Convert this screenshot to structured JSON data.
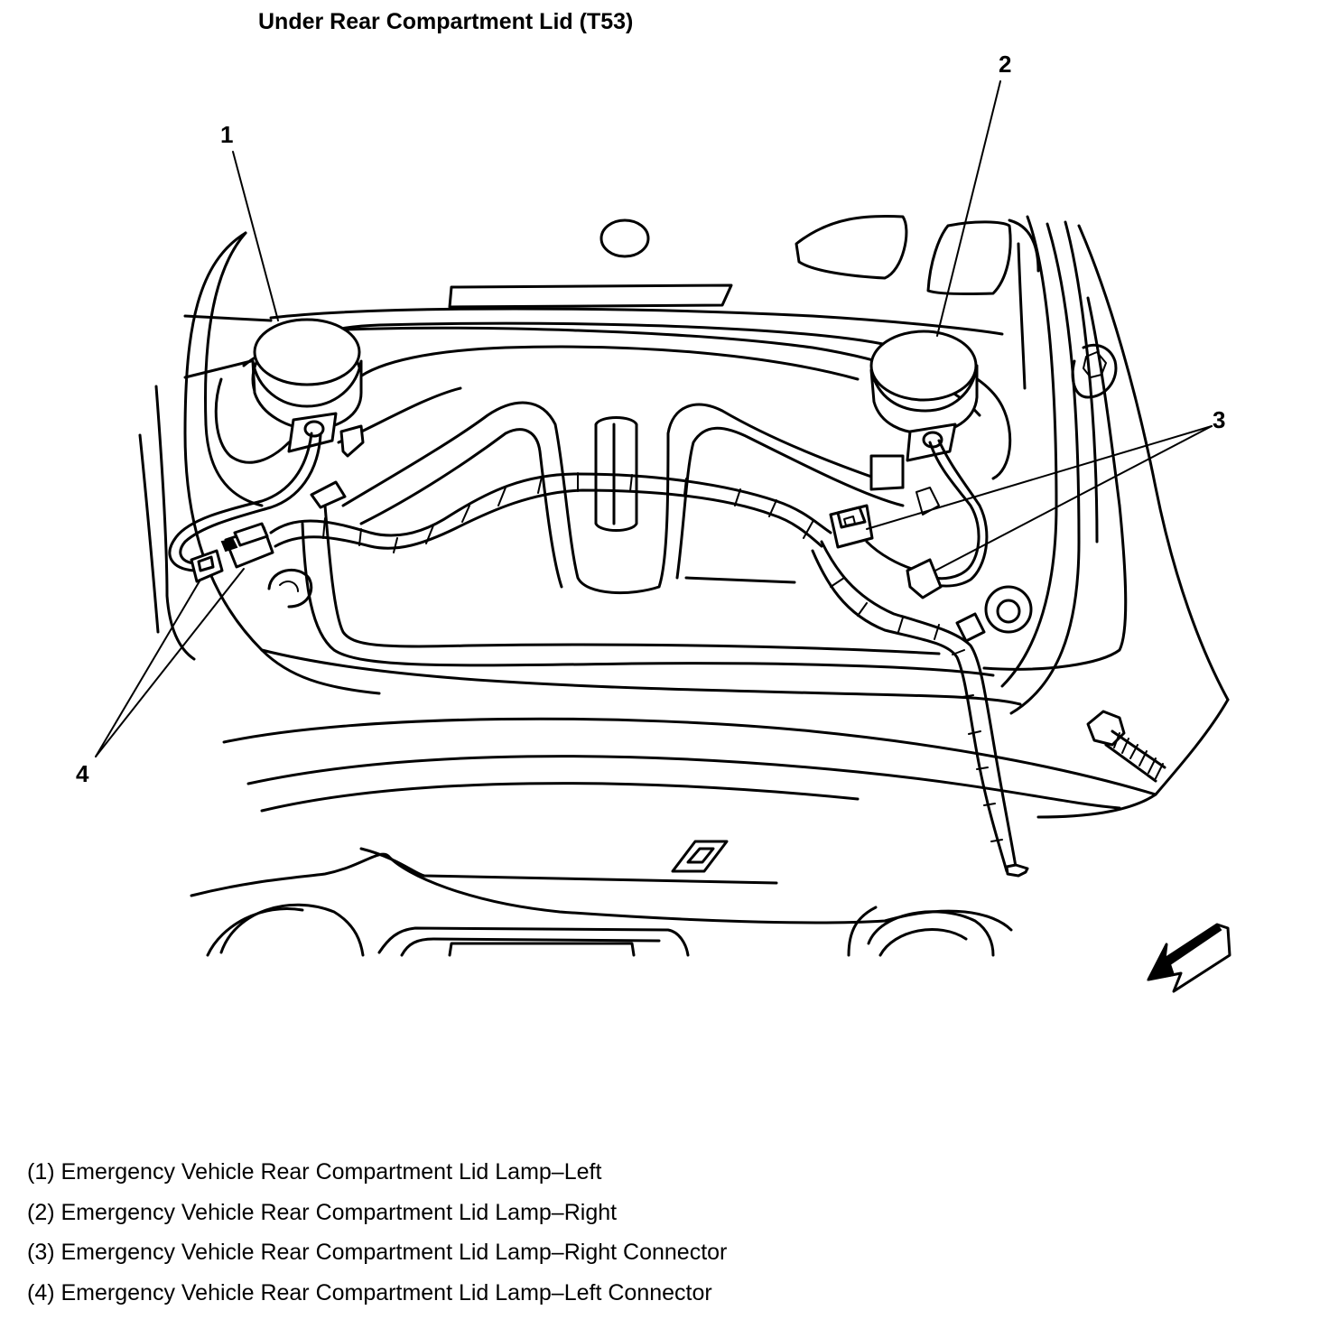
{
  "title": "Under Rear Compartment Lid (T53)",
  "callouts": {
    "c1": "1",
    "c2": "2",
    "c3": "3",
    "c4": "4"
  },
  "legend": [
    "(1) Emergency Vehicle Rear Compartment Lid Lamp–Left",
    "(2) Emergency Vehicle Rear Compartment Lid Lamp–Right",
    "(3) Emergency Vehicle Rear Compartment Lid Lamp–Right Connector",
    "(4) Emergency Vehicle Rear Compartment Lid Lamp–Left Connector"
  ]
}
